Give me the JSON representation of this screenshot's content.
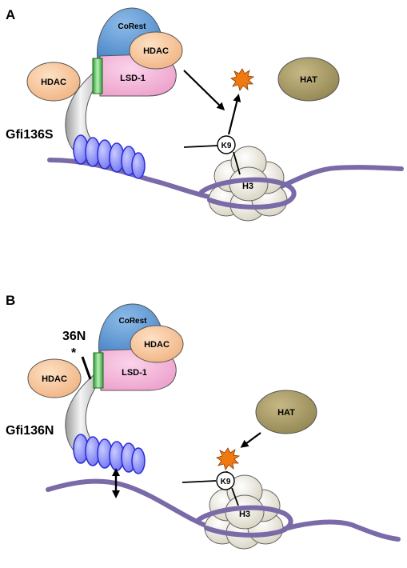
{
  "panels": {
    "a": {
      "letter": "A",
      "isoform_label": "Gfi136S",
      "corest": "CoRest",
      "hdac_complex": "HDAC",
      "lsd1": "LSD-1",
      "hdac_left": "HDAC",
      "hat": "HAT",
      "k9": "K9",
      "h3": "H3"
    },
    "b": {
      "letter": "B",
      "isoform_label": "Gfi136N",
      "mutation_label": "36N",
      "mutation_marker": "*",
      "corest": "CoRest",
      "hdac_complex": "HDAC",
      "lsd1": "LSD-1",
      "hdac_left": "HDAC",
      "hat": "HAT",
      "k9": "K9",
      "h3": "H3"
    }
  },
  "colors": {
    "corest": "#5b9bd5",
    "hdac": "#f8cba1",
    "lsd1": "#f4b6d8",
    "linker": "#55c35a",
    "hat": "#b0a36a",
    "zinc_finger": "#8f92ff",
    "dna": "#7a6aa8",
    "nucleosome": "#efece0",
    "acetyl_mark": "#f07a10"
  },
  "icons": {
    "acetyl_mark": "burst-icon",
    "mutation_marker": "asterisk-icon"
  }
}
